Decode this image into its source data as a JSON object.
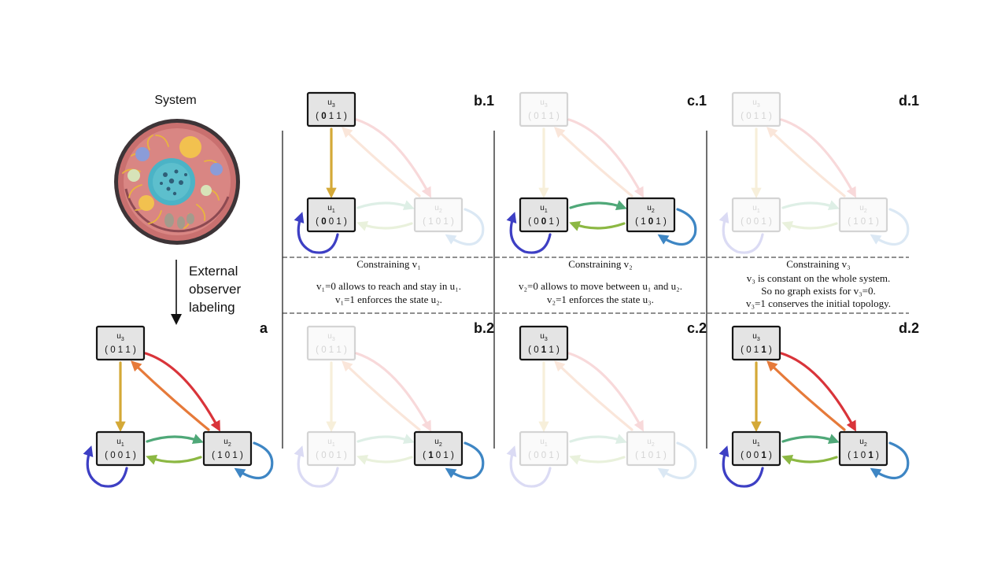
{
  "system": {
    "title": "System",
    "observer_lines": [
      "External",
      "observer",
      "labeling"
    ]
  },
  "colors": {
    "u3_to_u1": "#d4a937",
    "u3_to_u2": "#d9343a",
    "u2_to_u3": "#e67a3a",
    "u1_to_u2": "#4fa878",
    "u2_to_u1": "#8cb843",
    "u1_loop": "#3d3fc4",
    "u2_loop": "#3e86c4"
  },
  "panels": [
    {
      "id": "a",
      "label": "a",
      "ox": 95,
      "oy": 405,
      "faded": false,
      "nodes": {
        "u3": {
          "state": [
            "0",
            "1",
            "1"
          ],
          "bold": []
        },
        "u1": {
          "state": [
            "0",
            "0",
            "1"
          ],
          "bold": []
        },
        "u2": {
          "state": [
            "1",
            "0",
            "1"
          ],
          "bold": []
        }
      },
      "edges": {
        "u3_to_u1": 1,
        "u3_to_u2": 1,
        "u2_to_u3": 1,
        "u1_to_u2": 1,
        "u2_to_u1": 1,
        "u1_loop": 1,
        "u2_loop": 1
      }
    },
    {
      "id": "b1",
      "label": "b.1",
      "ox": 363,
      "oy": 108,
      "faded": false,
      "nodes": {
        "u3": {
          "state": [
            "0",
            "1",
            "1"
          ],
          "bold": [
            0
          ],
          "fade": false
        },
        "u1": {
          "state": [
            "0",
            "0",
            "1"
          ],
          "bold": [
            0
          ],
          "fade": false
        },
        "u2": {
          "state": [
            "1",
            "0",
            "1"
          ],
          "bold": [],
          "fade": true
        }
      },
      "edges": {
        "u3_to_u1": 1,
        "u3_to_u2": 0,
        "u2_to_u3": 0,
        "u1_to_u2": 0,
        "u2_to_u1": 0,
        "u1_loop": 1,
        "u2_loop": 0
      }
    },
    {
      "id": "b2",
      "label": "b.2",
      "ox": 363,
      "oy": 405,
      "faded": false,
      "nodes": {
        "u3": {
          "state": [
            "0",
            "1",
            "1"
          ],
          "bold": [],
          "fade": true
        },
        "u1": {
          "state": [
            "0",
            "0",
            "1"
          ],
          "bold": [],
          "fade": true
        },
        "u2": {
          "state": [
            "1",
            "0",
            "1"
          ],
          "bold": [
            0
          ],
          "fade": false
        }
      },
      "edges": {
        "u3_to_u1": 0,
        "u3_to_u2": 0,
        "u2_to_u3": 0,
        "u1_to_u2": 0,
        "u2_to_u1": 0,
        "u1_loop": 0,
        "u2_loop": 1
      }
    },
    {
      "id": "c1",
      "label": "c.1",
      "ox": 633,
      "oy": 108,
      "faded": false,
      "nodes": {
        "u3": {
          "state": [
            "0",
            "1",
            "1"
          ],
          "bold": [],
          "fade": true
        },
        "u1": {
          "state": [
            "0",
            "0",
            "1"
          ],
          "bold": [
            1
          ],
          "fade": false
        },
        "u2": {
          "state": [
            "1",
            "0",
            "1"
          ],
          "bold": [
            1
          ],
          "fade": false
        }
      },
      "edges": {
        "u3_to_u1": 0,
        "u3_to_u2": 0,
        "u2_to_u3": 0,
        "u1_to_u2": 1,
        "u2_to_u1": 1,
        "u1_loop": 1,
        "u2_loop": 1
      }
    },
    {
      "id": "c2",
      "label": "c.2",
      "ox": 633,
      "oy": 405,
      "faded": false,
      "nodes": {
        "u3": {
          "state": [
            "0",
            "1",
            "1"
          ],
          "bold": [
            1
          ],
          "fade": false
        },
        "u1": {
          "state": [
            "0",
            "0",
            "1"
          ],
          "bold": [],
          "fade": true
        },
        "u2": {
          "state": [
            "1",
            "0",
            "1"
          ],
          "bold": [],
          "fade": true
        }
      },
      "edges": {
        "u3_to_u1": 0,
        "u3_to_u2": 0,
        "u2_to_u3": 0,
        "u1_to_u2": 0,
        "u2_to_u1": 0,
        "u1_loop": 0,
        "u2_loop": 0
      }
    },
    {
      "id": "d1",
      "label": "d.1",
      "ox": 903,
      "oy": 108,
      "faded": false,
      "nodes": {
        "u3": {
          "state": [
            "0",
            "1",
            "1"
          ],
          "bold": [],
          "fade": true
        },
        "u1": {
          "state": [
            "0",
            "0",
            "1"
          ],
          "bold": [],
          "fade": true
        },
        "u2": {
          "state": [
            "1",
            "0",
            "1"
          ],
          "bold": [],
          "fade": true
        }
      },
      "edges": {
        "u3_to_u1": 0,
        "u3_to_u2": 0,
        "u2_to_u3": 0,
        "u1_to_u2": 0,
        "u2_to_u1": 0,
        "u1_loop": 0,
        "u2_loop": 0
      }
    },
    {
      "id": "d2",
      "label": "d.2",
      "ox": 903,
      "oy": 405,
      "faded": false,
      "nodes": {
        "u3": {
          "state": [
            "0",
            "1",
            "1"
          ],
          "bold": [
            2
          ],
          "fade": false
        },
        "u1": {
          "state": [
            "0",
            "0",
            "1"
          ],
          "bold": [
            2
          ],
          "fade": false
        },
        "u2": {
          "state": [
            "1",
            "0",
            "1"
          ],
          "bold": [
            2
          ],
          "fade": false
        }
      },
      "edges": {
        "u3_to_u1": 1,
        "u3_to_u2": 1,
        "u2_to_u3": 1,
        "u1_to_u2": 1,
        "u2_to_u1": 1,
        "u1_loop": 1,
        "u2_loop": 1
      }
    }
  ],
  "node_names": {
    "u1": "u",
    "u2": "u",
    "u3": "u",
    "u1_sub": "1",
    "u2_sub": "2",
    "u3_sub": "3"
  },
  "constraints": {
    "b": {
      "title": "Constraining v₁",
      "lines": [
        "v₁=0 allows to reach and stay in u₁.",
        "v₁=1 enforces the state u₂."
      ]
    },
    "c": {
      "title": "Constraining v₂",
      "lines": [
        "v₂=0 allows to move between u₁ and u₂.",
        "v₂=1 enforces the state u₃."
      ]
    },
    "d": {
      "title": "Constraining v₃",
      "lines": [
        "v₃ is constant on the whole system.",
        "So no graph exists for v₃=0.",
        "v₃=1 conserves the initial topology."
      ]
    }
  }
}
